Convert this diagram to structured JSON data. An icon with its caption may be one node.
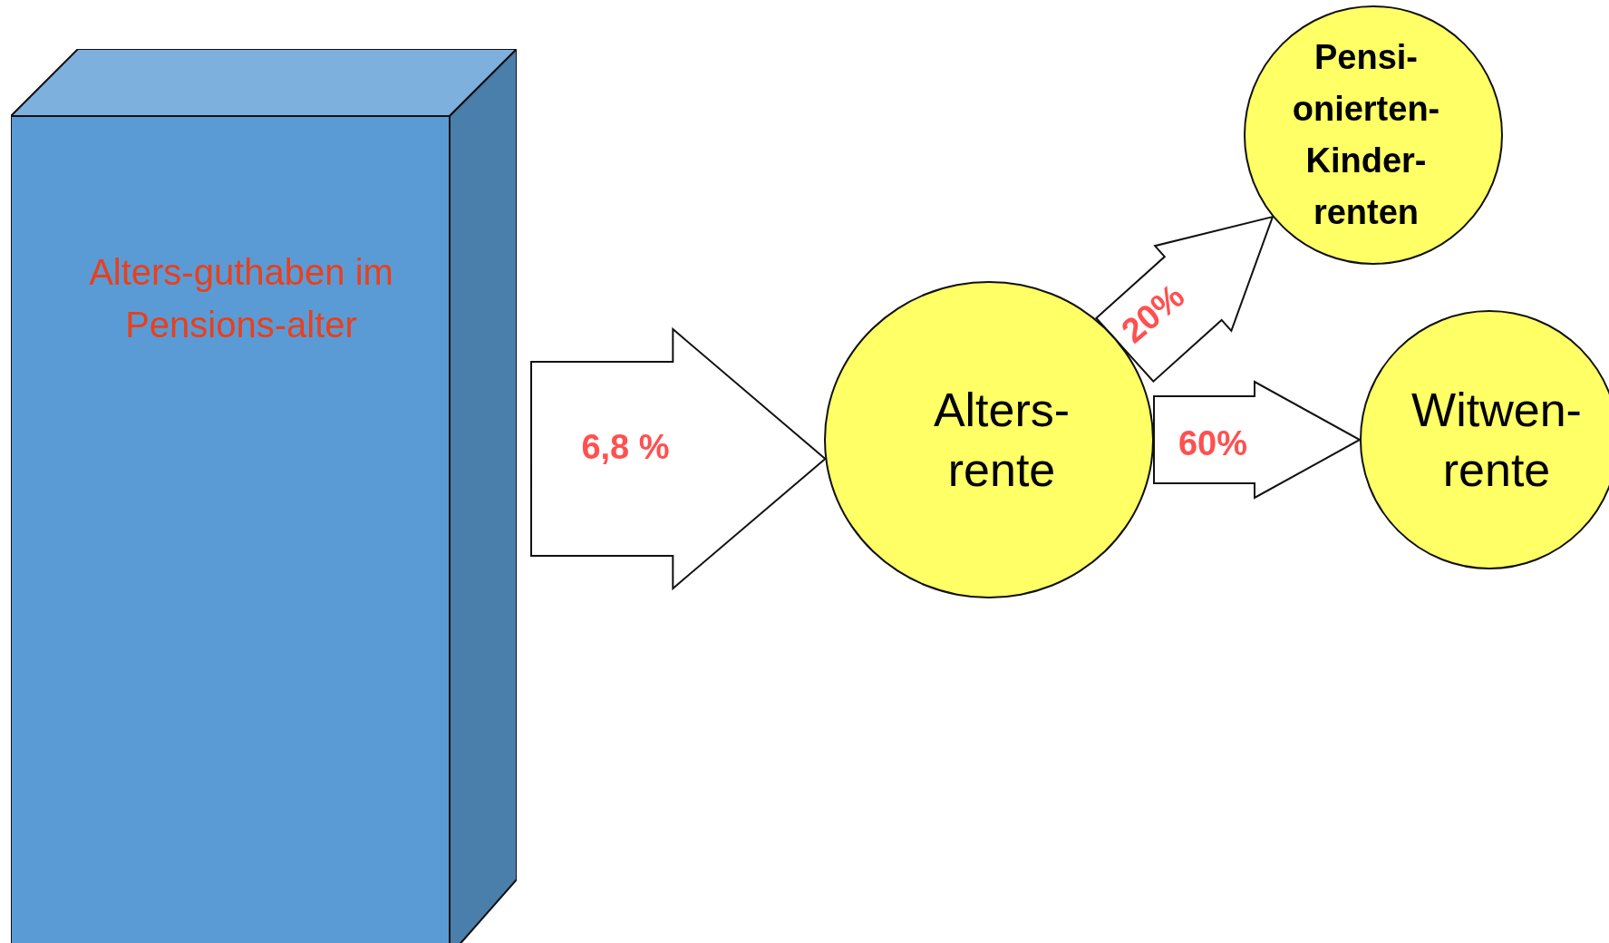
{
  "diagram": {
    "nodes": [
      {
        "text": [
          "Alters-guthaben im Pensions-alter"
        ]
      },
      {
        "text": [
          "Alters-rente"
        ]
      },
      {
        "text": [
          "Pensi-onierten-Kinder-renten"
        ]
      },
      {
        "text": [
          "Witwen-rente"
        ]
      }
    ],
    "edges": [
      {
        "from": 0,
        "to": 1,
        "arrow": "to",
        "label": "6,8 %"
      },
      {
        "from": 1,
        "to": 2,
        "arrow": "to",
        "label": "20%"
      },
      {
        "from": 1,
        "to": 3,
        "arrow": "to",
        "label": "60%"
      }
    ]
  }
}
